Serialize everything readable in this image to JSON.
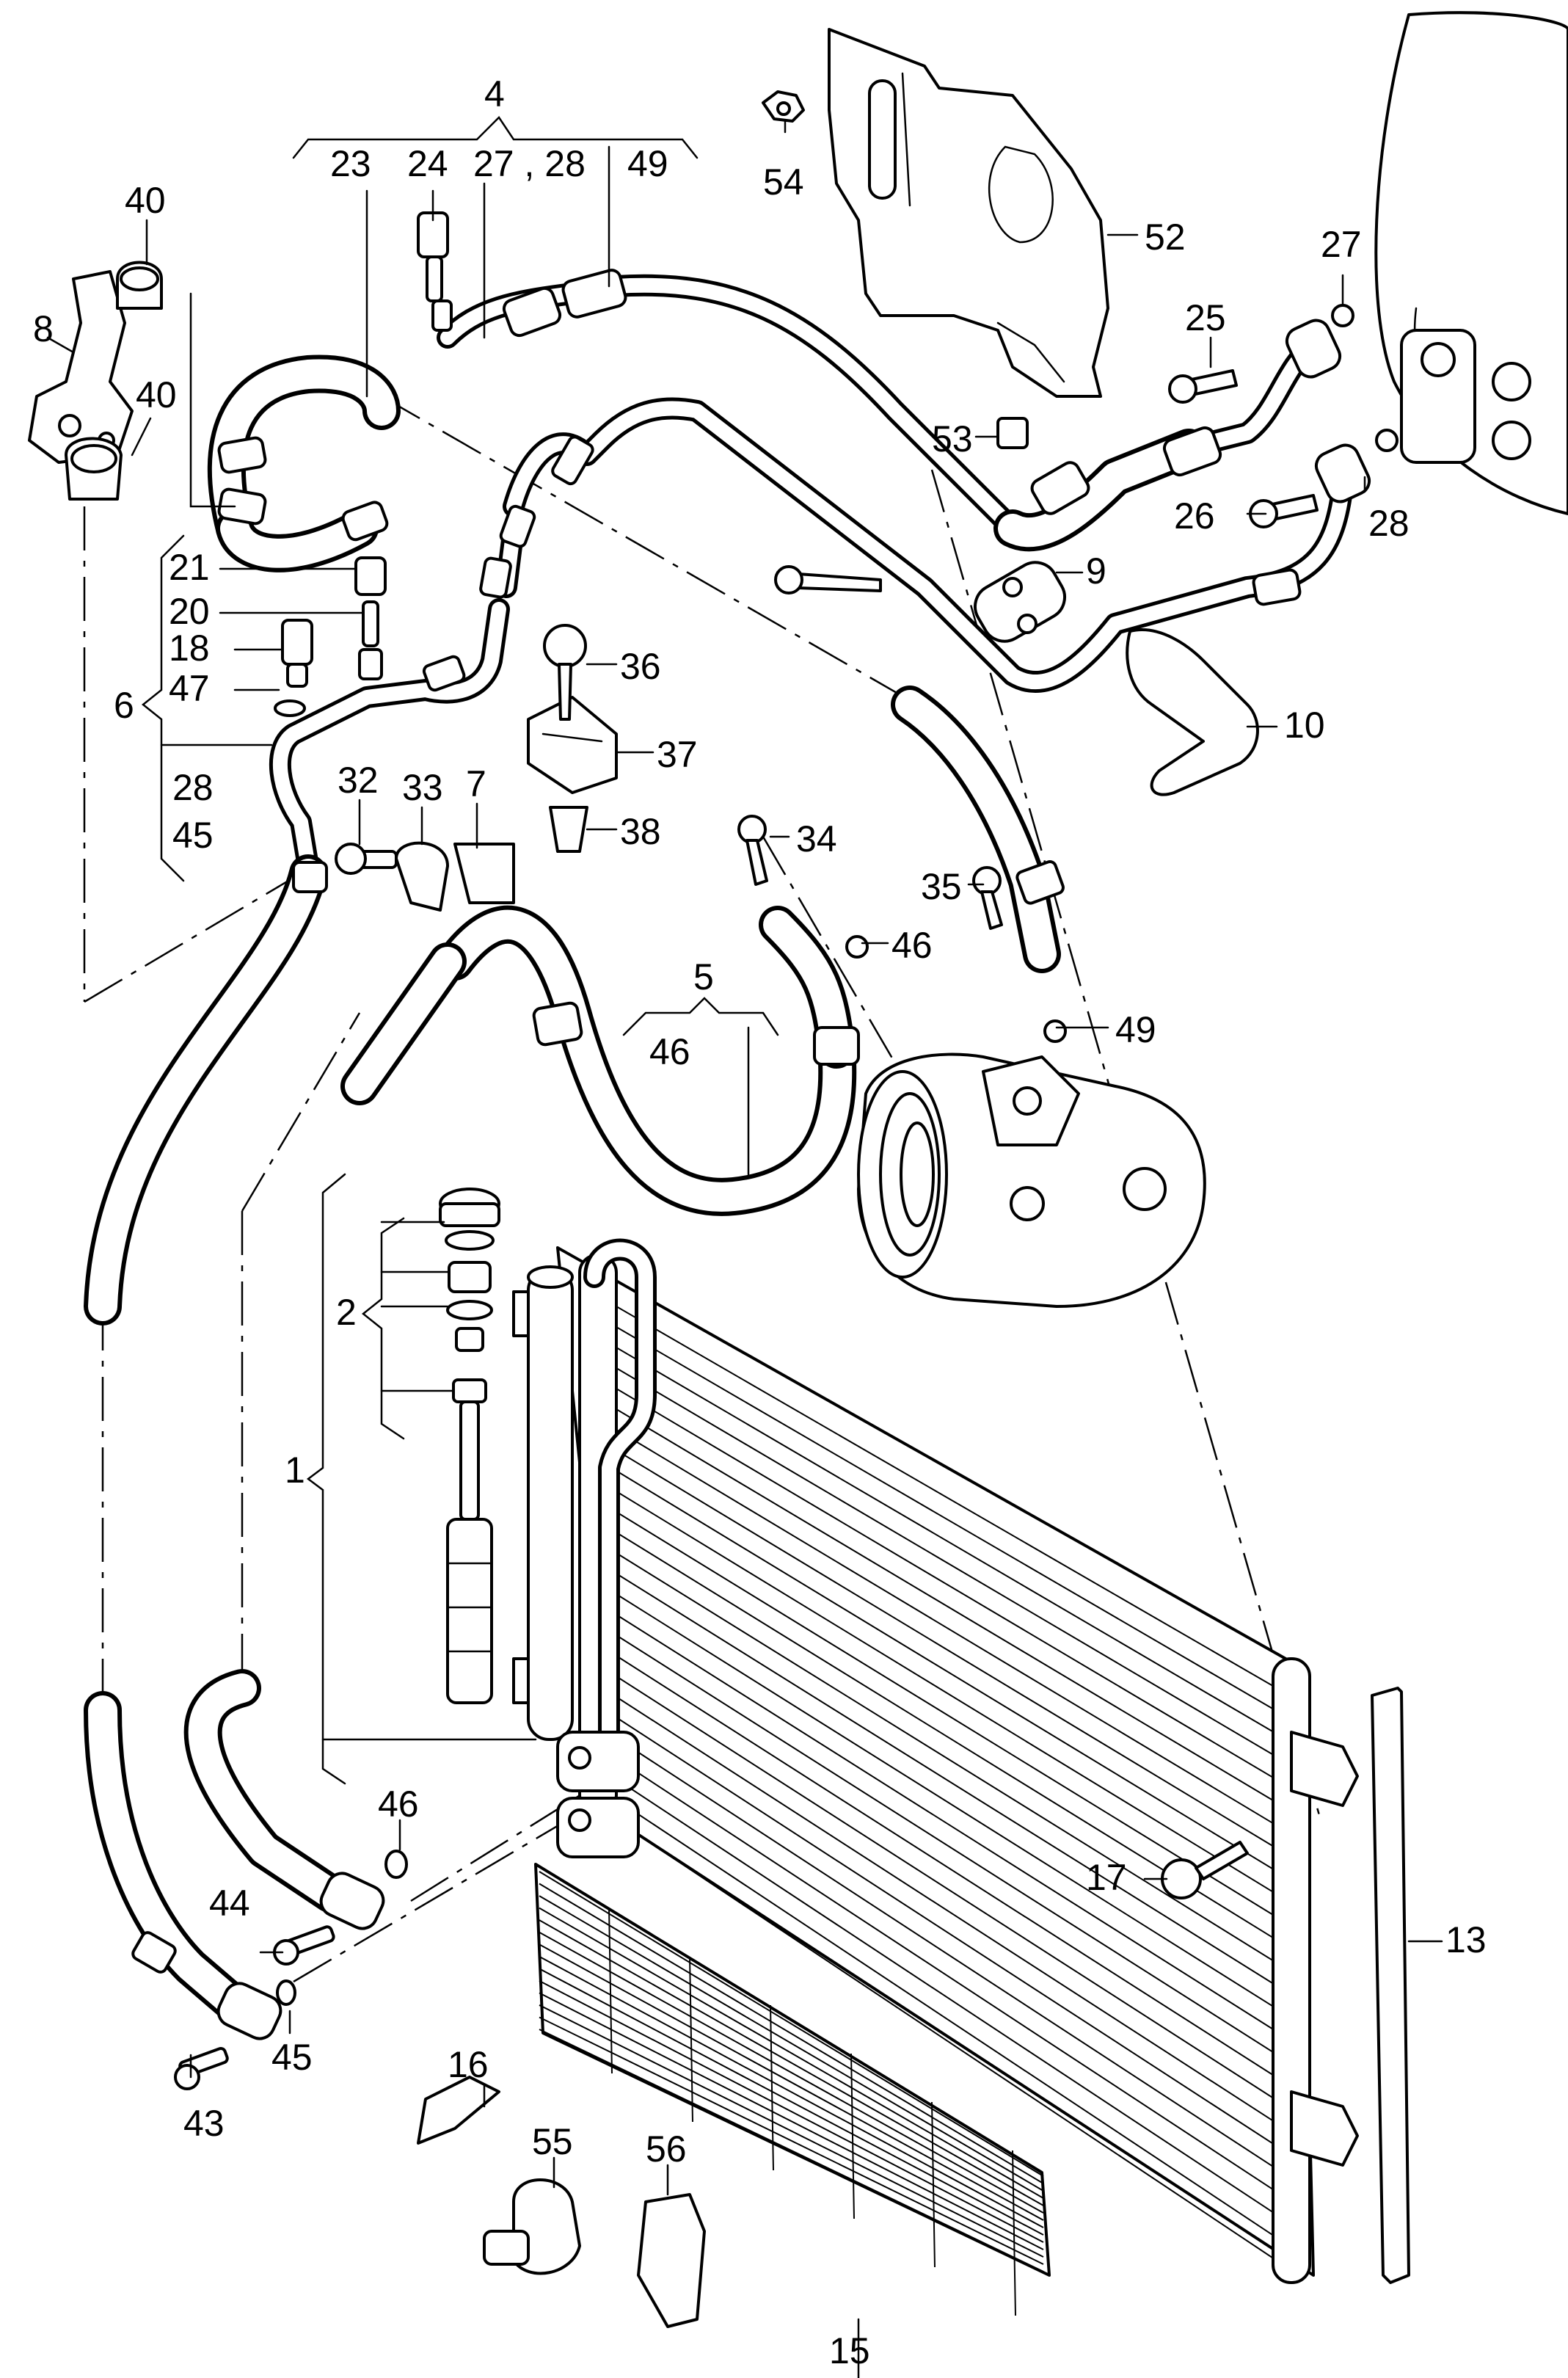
{
  "callouts": [
    {
      "id": "c1",
      "text": "1"
    },
    {
      "id": "c2",
      "text": "2"
    },
    {
      "id": "c4",
      "text": "4"
    },
    {
      "id": "c5",
      "text": "5"
    },
    {
      "id": "c6",
      "text": "6"
    },
    {
      "id": "c7",
      "text": "7"
    },
    {
      "id": "c8",
      "text": "8"
    },
    {
      "id": "c9",
      "text": "9"
    },
    {
      "id": "c10",
      "text": "10"
    },
    {
      "id": "c13",
      "text": "13"
    },
    {
      "id": "c15",
      "text": "15"
    },
    {
      "id": "c16",
      "text": "16"
    },
    {
      "id": "c17",
      "text": "17"
    },
    {
      "id": "c18",
      "text": "18"
    },
    {
      "id": "c20",
      "text": "20"
    },
    {
      "id": "c21",
      "text": "21"
    },
    {
      "id": "c23",
      "text": "23"
    },
    {
      "id": "c24",
      "text": "24"
    },
    {
      "id": "c25",
      "text": "25"
    },
    {
      "id": "c26",
      "text": "26"
    },
    {
      "id": "c27a",
      "text": "27 , 28"
    },
    {
      "id": "c27b",
      "text": "27"
    },
    {
      "id": "c28a",
      "text": "28"
    },
    {
      "id": "c28b",
      "text": "28"
    },
    {
      "id": "c32",
      "text": "32"
    },
    {
      "id": "c33",
      "text": "33"
    },
    {
      "id": "c34",
      "text": "34"
    },
    {
      "id": "c35",
      "text": "35"
    },
    {
      "id": "c36",
      "text": "36"
    },
    {
      "id": "c37",
      "text": "37"
    },
    {
      "id": "c38",
      "text": "38"
    },
    {
      "id": "c40a",
      "text": "40"
    },
    {
      "id": "c40b",
      "text": "40"
    },
    {
      "id": "c43",
      "text": "43"
    },
    {
      "id": "c44",
      "text": "44"
    },
    {
      "id": "c45a",
      "text": "45"
    },
    {
      "id": "c45b",
      "text": "45"
    },
    {
      "id": "c46a",
      "text": "46"
    },
    {
      "id": "c46b",
      "text": "46"
    },
    {
      "id": "c46c",
      "text": "46"
    },
    {
      "id": "c47",
      "text": "47"
    },
    {
      "id": "c49a",
      "text": "49"
    },
    {
      "id": "c49b",
      "text": "49"
    },
    {
      "id": "c52",
      "text": "52"
    },
    {
      "id": "c53",
      "text": "53"
    },
    {
      "id": "c54",
      "text": "54"
    },
    {
      "id": "c55",
      "text": "55"
    },
    {
      "id": "c56",
      "text": "56"
    }
  ]
}
